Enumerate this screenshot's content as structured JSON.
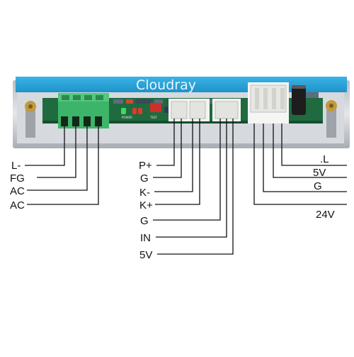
{
  "device": {
    "brand": "Cloudray",
    "silk_left": "POWER",
    "silk_right": "TEST"
  },
  "colors": {
    "case_blue": "#2aa6dc",
    "pcb_green": "#1f6b3f",
    "terminal_green": "#3cb56a",
    "case_silver": "#c9ccd1",
    "wire": "#111111"
  },
  "labels": {
    "left": [
      "L-",
      "FG",
      "AC",
      "AC"
    ],
    "middle": [
      "P+",
      "G",
      "K-",
      "K+",
      "G",
      "IN",
      "5V"
    ],
    "right": [
      ".L",
      "5V",
      "G",
      "24V"
    ]
  }
}
